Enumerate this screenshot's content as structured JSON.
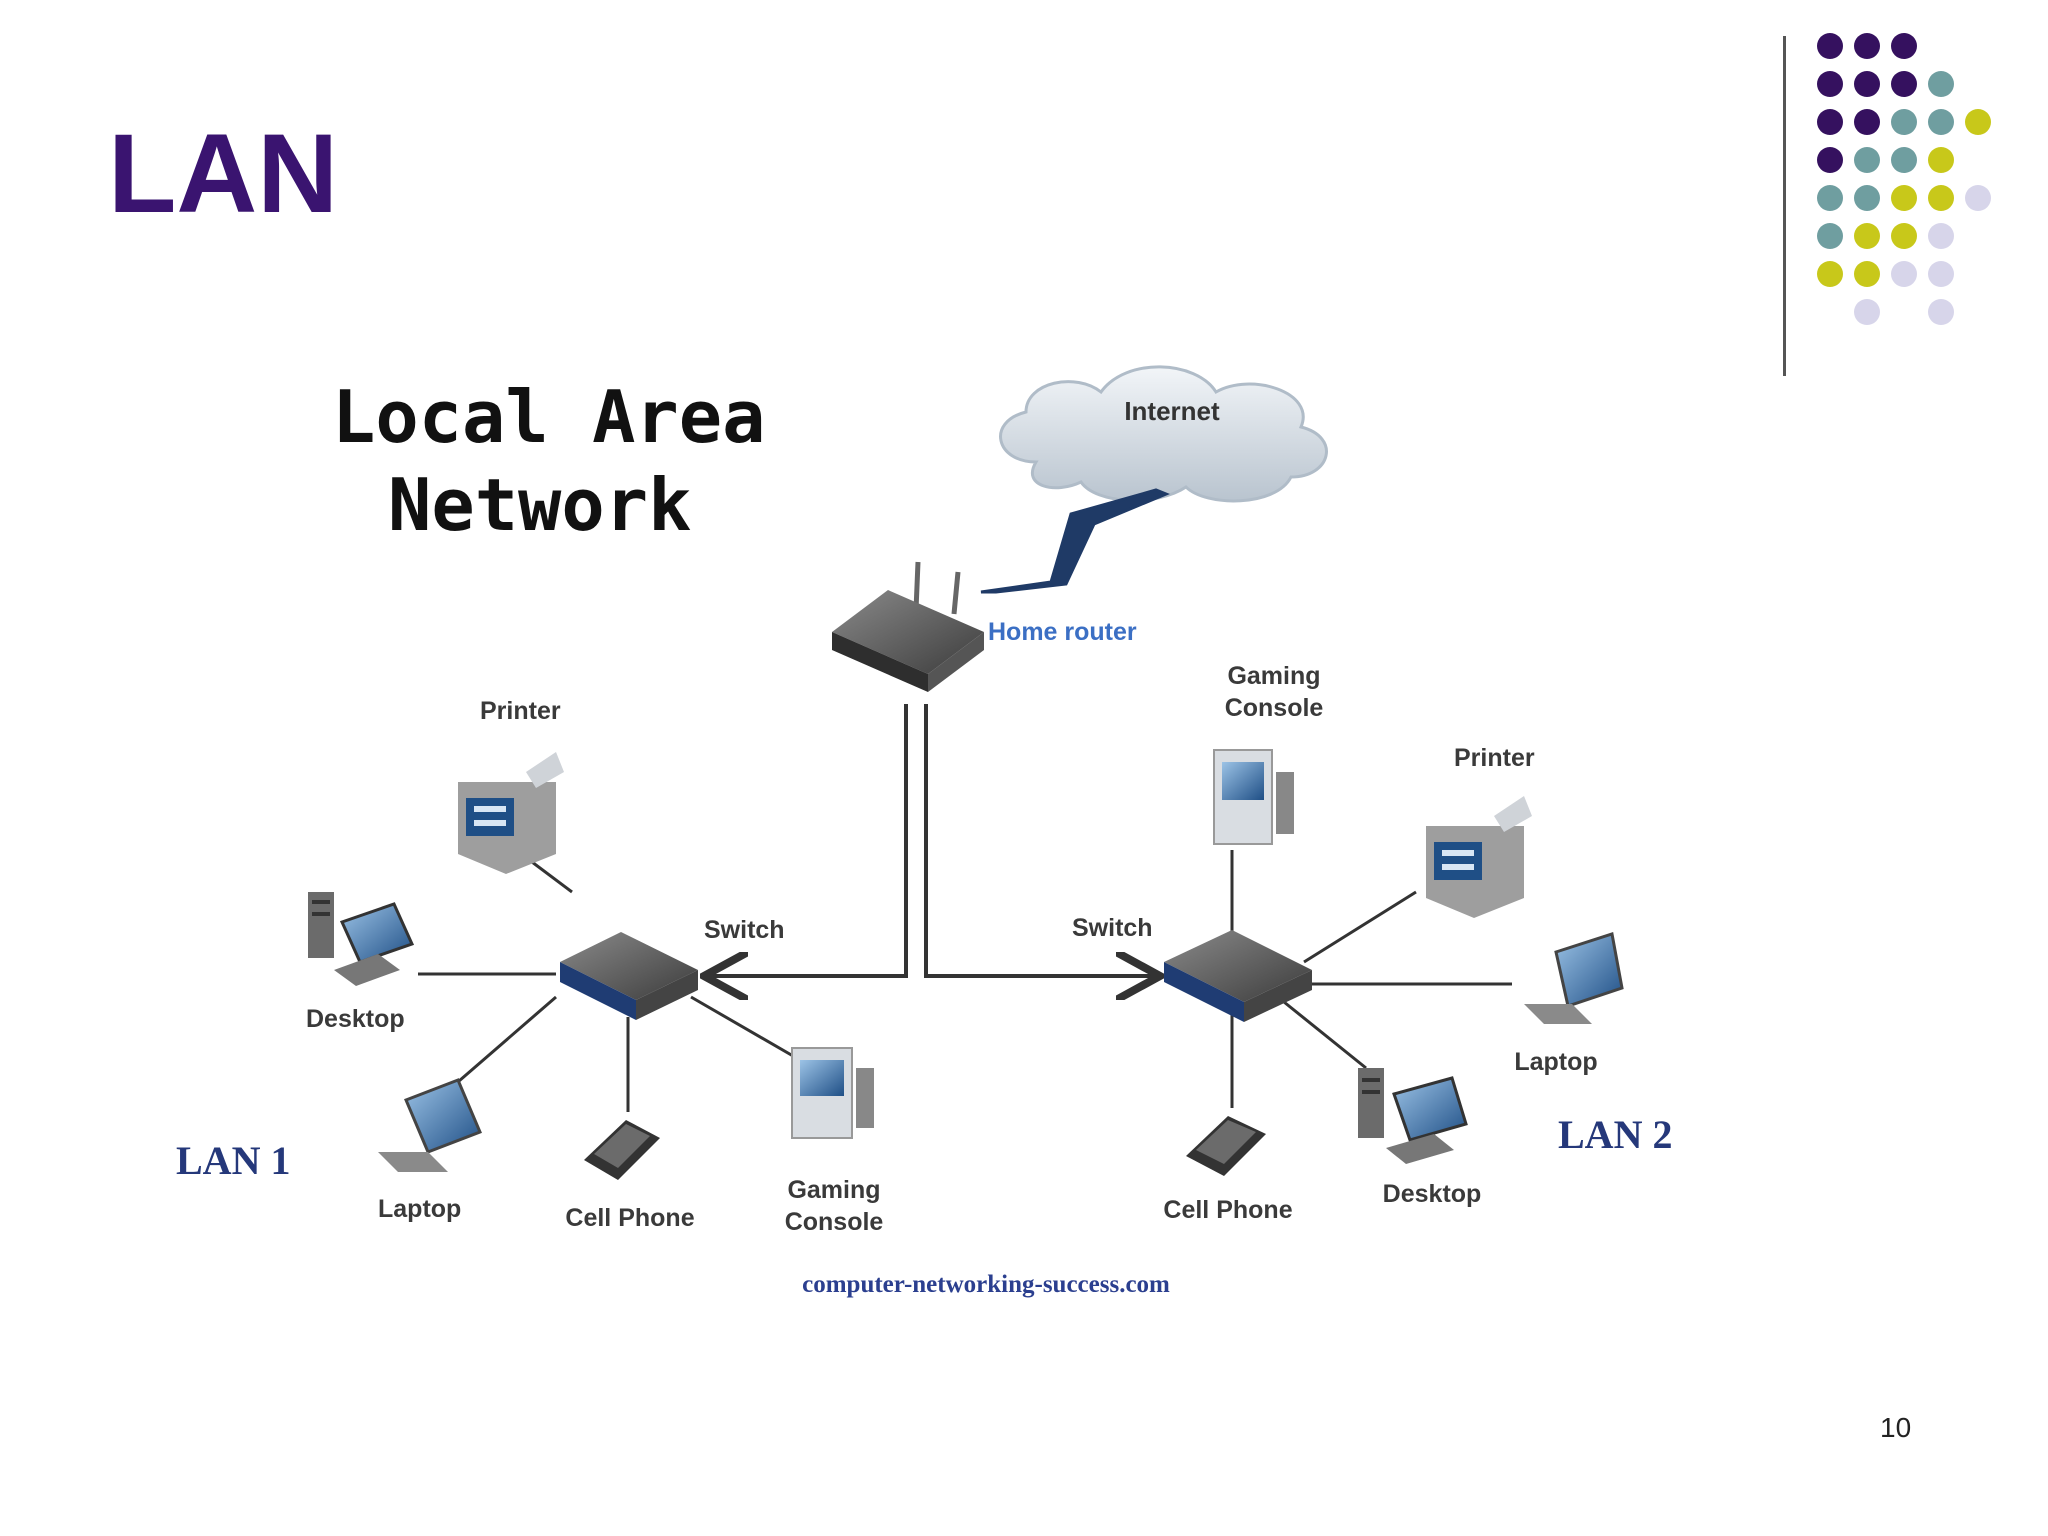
{
  "slide": {
    "title": "LAN",
    "page_number": "10"
  },
  "decor": {
    "dot_colors": {
      "purple": "#35115f",
      "teal": "#6f9ea0",
      "olive": "#c8c81a",
      "lavender": "#d7d5ea"
    }
  },
  "diagram": {
    "title_line1": "Local Area",
    "title_line2": "Network",
    "internet": "Internet",
    "router": "Home router",
    "source": "computer-networking-success.com",
    "lan1": {
      "name": "LAN 1",
      "switch": "Switch",
      "printer": "Printer",
      "desktop": "Desktop",
      "laptop": "Laptop",
      "phone": "Cell Phone",
      "console_line1": "Gaming",
      "console_line2": "Console"
    },
    "lan2": {
      "name": "LAN 2",
      "switch": "Switch",
      "console_line1": "Gaming",
      "console_line2": "Console",
      "printer": "Printer",
      "laptop": "Laptop",
      "desktop": "Desktop",
      "phone": "Cell Phone"
    }
  }
}
